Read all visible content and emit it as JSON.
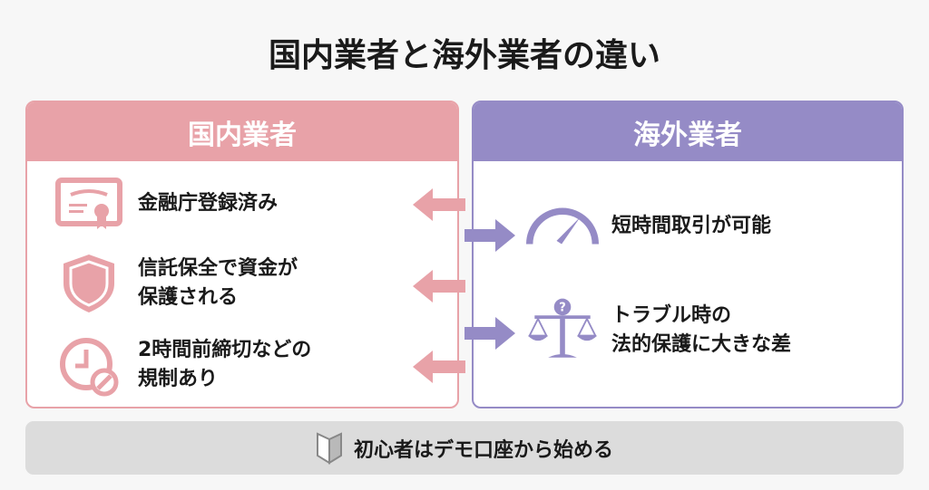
{
  "title": "国内業者と海外業者の違い",
  "domestic": {
    "header": "国内業者",
    "items": [
      {
        "icon": "certificate-icon",
        "text": "金融庁登録済み"
      },
      {
        "icon": "shield-icon",
        "text": "信託保全で資金が\n保護される"
      },
      {
        "icon": "clock-restricted-icon",
        "text": "2時間前締切などの\n規制あり"
      }
    ]
  },
  "overseas": {
    "header": "海外業者",
    "items": [
      {
        "icon": "speedometer-icon",
        "text": "短時間取引が可能"
      },
      {
        "icon": "scales-question-icon",
        "text": "トラブル時の\n法的保護に大きな差"
      }
    ]
  },
  "footer": {
    "icon": "beginner-mark-icon",
    "text": "初心者はデモ口座から始める"
  },
  "colors": {
    "domestic": "#e8a2a8",
    "overseas": "#958bc6",
    "footer_bg": "#dcdcdc"
  }
}
